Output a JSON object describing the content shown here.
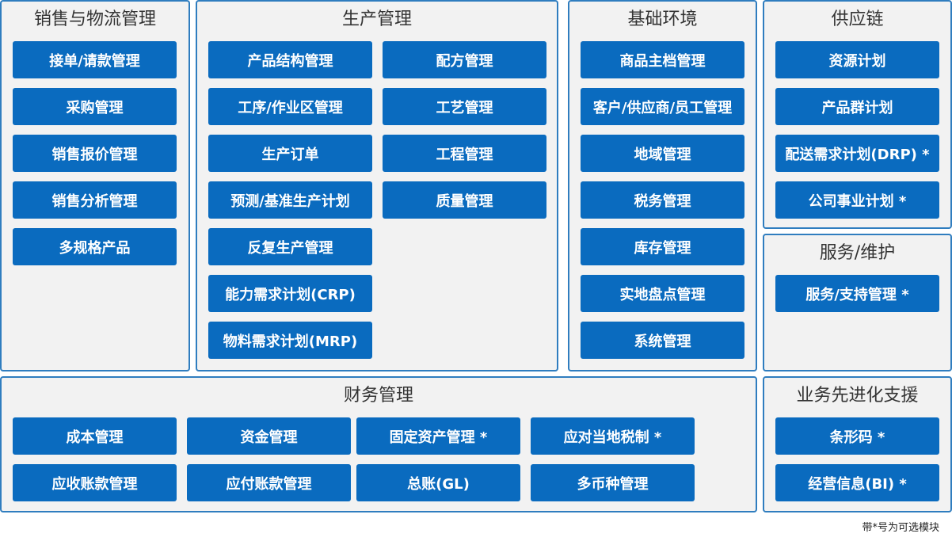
{
  "panels": {
    "sales_logistics": {
      "title": "销售与物流管理",
      "items": [
        "接单/请款管理",
        "采购管理",
        "销售报价管理",
        "销售分析管理",
        "多规格产品"
      ]
    },
    "production": {
      "title": "生产管理",
      "left_items": [
        "产品结构管理",
        "工序/作业区管理",
        "生产订单",
        "预测/基准生产计划",
        "反复生产管理",
        "能力需求计划(CRP)",
        "物料需求计划(MRP)"
      ],
      "right_items": [
        "配方管理",
        "工艺管理",
        "工程管理",
        "质量管理"
      ]
    },
    "basic_env": {
      "title": "基础环境",
      "items": [
        "商品主档管理",
        "客户/供应商/员工管理",
        "地域管理",
        "税务管理",
        "库存管理",
        "实地盘点管理",
        "系统管理"
      ]
    },
    "supply_chain": {
      "title": "供应链",
      "items": [
        "资源计划",
        "产品群计划",
        "配送需求计划(DRP) *",
        "公司事业计划 *"
      ]
    },
    "service": {
      "title": "服务/维护",
      "items": [
        "服务/支持管理 *"
      ]
    },
    "finance": {
      "title": "财务管理",
      "row1": [
        "成本管理",
        "资金管理",
        "固定资产管理 *",
        "应对当地税制 *"
      ],
      "row2": [
        "应收账款管理",
        "应付账款管理",
        "总账(GL)",
        "多币种管理"
      ]
    },
    "advanced": {
      "title": "业务先进化支援",
      "items": [
        "条形码 *",
        "经营信息(BI) *"
      ]
    }
  },
  "note": "带*号为可选模块",
  "colors": {
    "button": "#0a6bbf",
    "panel_bg": "#f2f2f2",
    "panel_border": "#2f7dbf",
    "button_text": "#ffffff"
  }
}
